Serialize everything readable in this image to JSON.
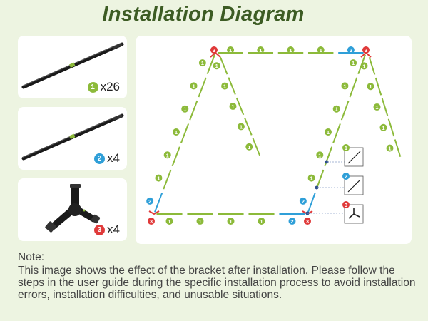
{
  "title": "Installation Diagram",
  "colors": {
    "green": "#8cba3a",
    "blue": "#2f9fd8",
    "red": "#e03a3a",
    "title": "#3d5c24"
  },
  "parts": [
    {
      "badge": "1",
      "quantity": "x26",
      "color": "#8cba3a",
      "icon": "long-pole-icon"
    },
    {
      "badge": "2",
      "quantity": "x4",
      "color": "#2f9fd8",
      "icon": "short-pole-icon"
    },
    {
      "badge": "3",
      "quantity": "x4",
      "color": "#e03a3a",
      "icon": "corner-bracket-icon"
    }
  ],
  "diagram": {
    "label_1": "1",
    "label_2": "2",
    "label_3": "3"
  },
  "note": {
    "heading": "Note:",
    "text": "This image shows the effect of the bracket after installation. Please follow the steps in the user guide during the specific installation process to avoid installation errors, installation difficulties, and unusable situations."
  }
}
